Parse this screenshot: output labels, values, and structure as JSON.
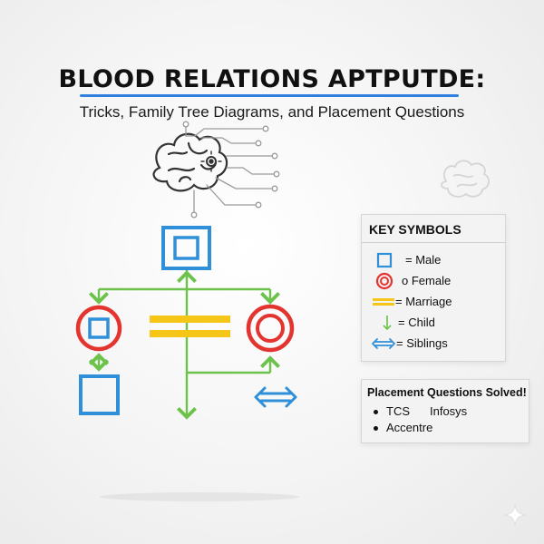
{
  "header": {
    "title": "BLOOD RELATIONS APTPUTDE:",
    "subtitle": "Tricks, Family Tree Diagrams, and Placement Questions"
  },
  "colors": {
    "male": "#2f8fd8",
    "female": "#e3342f",
    "marriage": "#f5c518",
    "child": "#6cc24a",
    "siblings": "#2f8fd8",
    "accent": "#2f7fe0"
  },
  "key": {
    "title": "KEY SYMBOLS",
    "items": [
      {
        "icon": "male-square-icon",
        "label": "= Male"
      },
      {
        "icon": "female-circle-icon",
        "label": "o Female"
      },
      {
        "icon": "marriage-bars-icon",
        "label": "= Marriage"
      },
      {
        "icon": "child-arrow-icon",
        "label": "= Child"
      },
      {
        "icon": "siblings-arrow-icon",
        "label": "= Siblings"
      }
    ]
  },
  "placement": {
    "title": "Placement Questions Solved!",
    "companies": [
      "TCS",
      "Infosys",
      "Accentre"
    ]
  },
  "icons": [
    "brain-gear-icon",
    "faded-brain-icon",
    "sparkle-icon"
  ]
}
